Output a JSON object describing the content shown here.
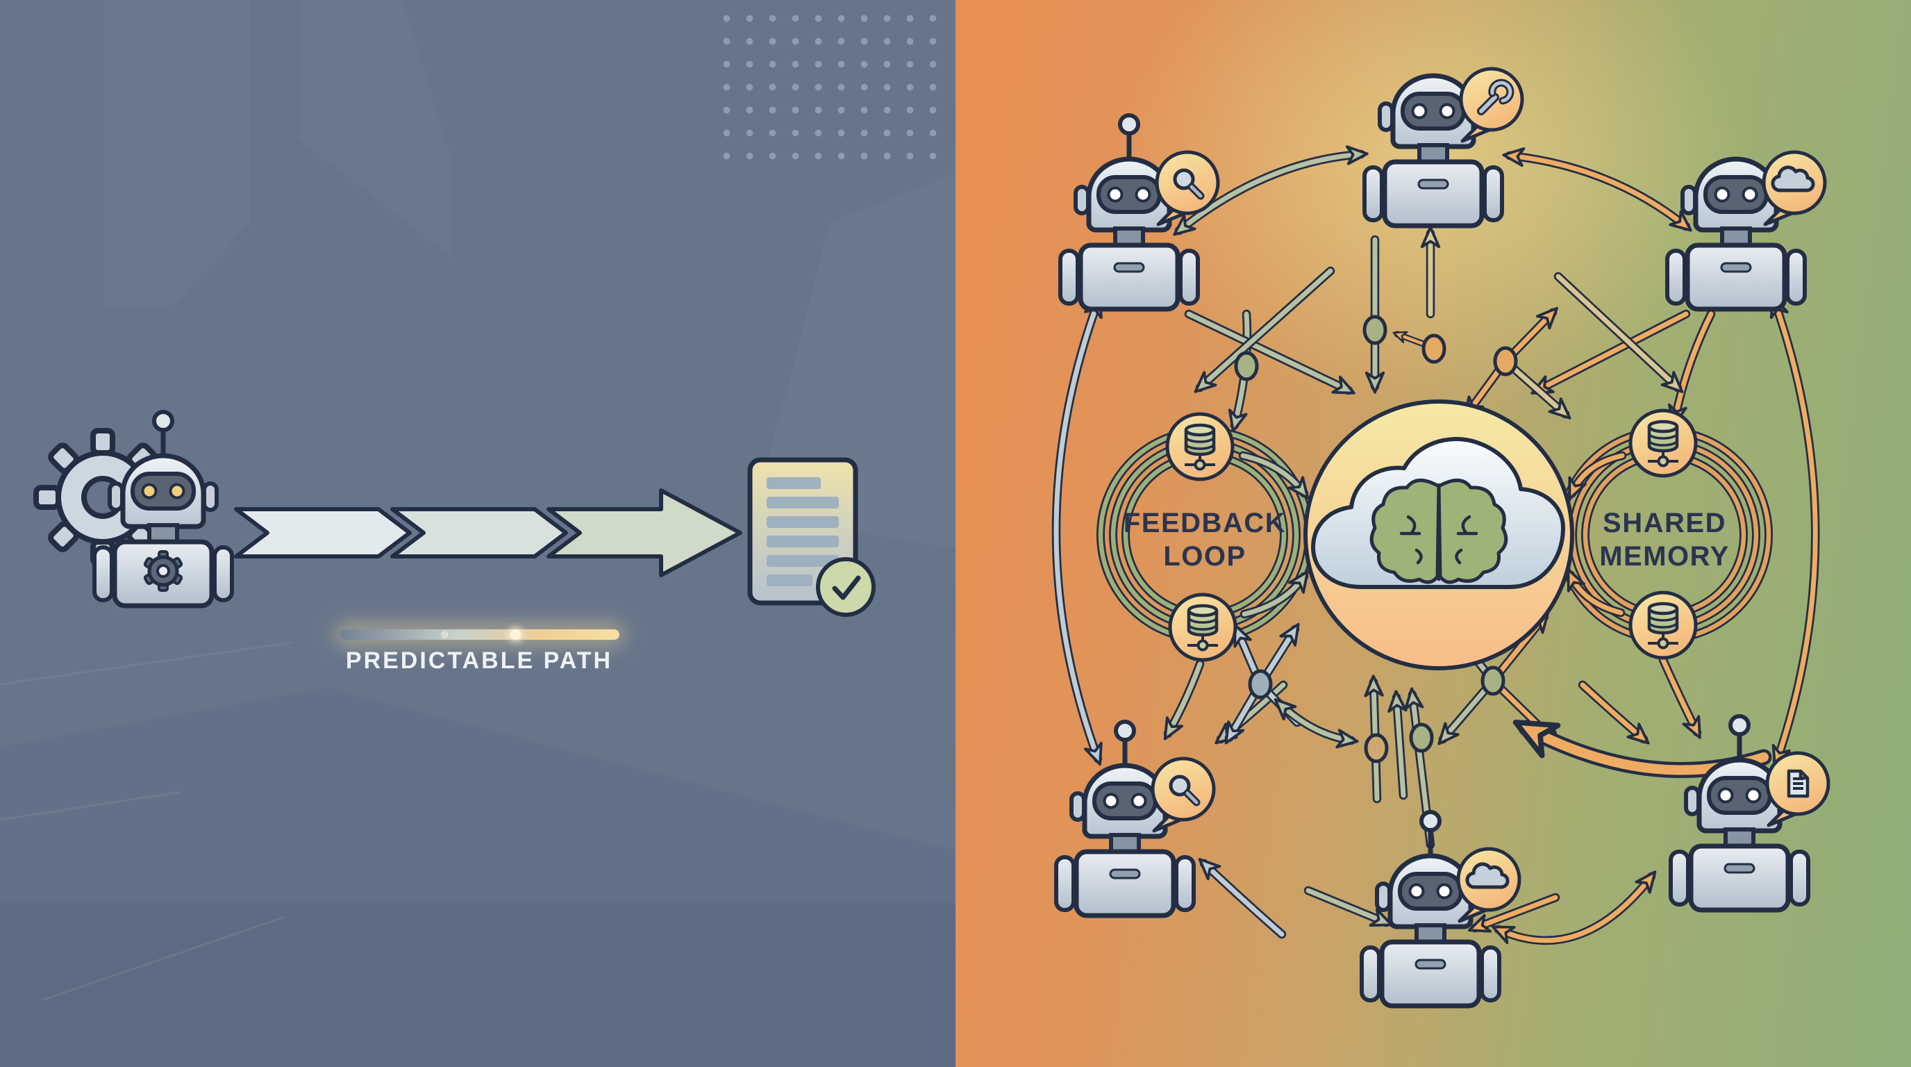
{
  "scene": {
    "type": "illustration-diagram",
    "theme": "single predictable agent pipeline versus multi-agent network with shared central intelligence"
  },
  "left_panel": {
    "label": "PREDICTABLE PATH",
    "agent": {
      "icon": "robot-icon",
      "side_icon": "gear-icon",
      "chest_icon": "gear-icon",
      "eye_color": "#f2cf7d"
    },
    "flow_segments": 3,
    "output": {
      "icon": "document-icon",
      "status_icon": "check-icon",
      "text_lines": 6
    },
    "progress_dots": 2,
    "colors": {
      "background": "#66758a",
      "outline": "#232e44",
      "chevron_start": "#e3eaee",
      "chevron_end": "#cfdac8",
      "document_top": "#eee2ab",
      "document_bottom": "#b5c2ce",
      "check_green": "#cdd8ab",
      "label_text": "#eef2f6",
      "glow_bar_end": "#f6d492"
    }
  },
  "right_panel": {
    "center_hub": {
      "icon": "cloud-brain-icon",
      "circle_top": "#f5e9a6",
      "circle_bottom": "#f7bd89",
      "brain_green": "#9db377"
    },
    "feedback_loop": {
      "line1": "FEEDBACK",
      "line2": "LOOP",
      "ring_color": "#9cb07c",
      "nodes": [
        {
          "icon": "database-icon"
        },
        {
          "icon": "database-icon"
        }
      ]
    },
    "shared_memory": {
      "line1": "SHARED",
      "line2": "MEMORY",
      "ring_color": "#e3a05f",
      "nodes": [
        {
          "icon": "database-icon"
        },
        {
          "icon": "database-icon"
        }
      ]
    },
    "agents": [
      {
        "position": "top-left",
        "badge": "search-icon"
      },
      {
        "position": "top-center",
        "badge": "wrench-icon"
      },
      {
        "position": "top-right",
        "badge": "cloud-icon"
      },
      {
        "position": "bottom-left",
        "badge": "search-icon"
      },
      {
        "position": "bottom-center",
        "badge": "cloud-icon"
      },
      {
        "position": "bottom-right",
        "badge": "document-icon"
      }
    ],
    "label_color": "#2a3450",
    "colors": {
      "background_left": "#e88f55",
      "background_right": "#8fae78",
      "arrow_green": "#b7c1a3",
      "arrow_orange": "#f0ab63",
      "arrow_gray": "#c0ccd4",
      "arrow_tan": "#d8c795",
      "badge_fill_top": "#f8e7a6",
      "badge_fill_bottom": "#f4b97c"
    }
  }
}
